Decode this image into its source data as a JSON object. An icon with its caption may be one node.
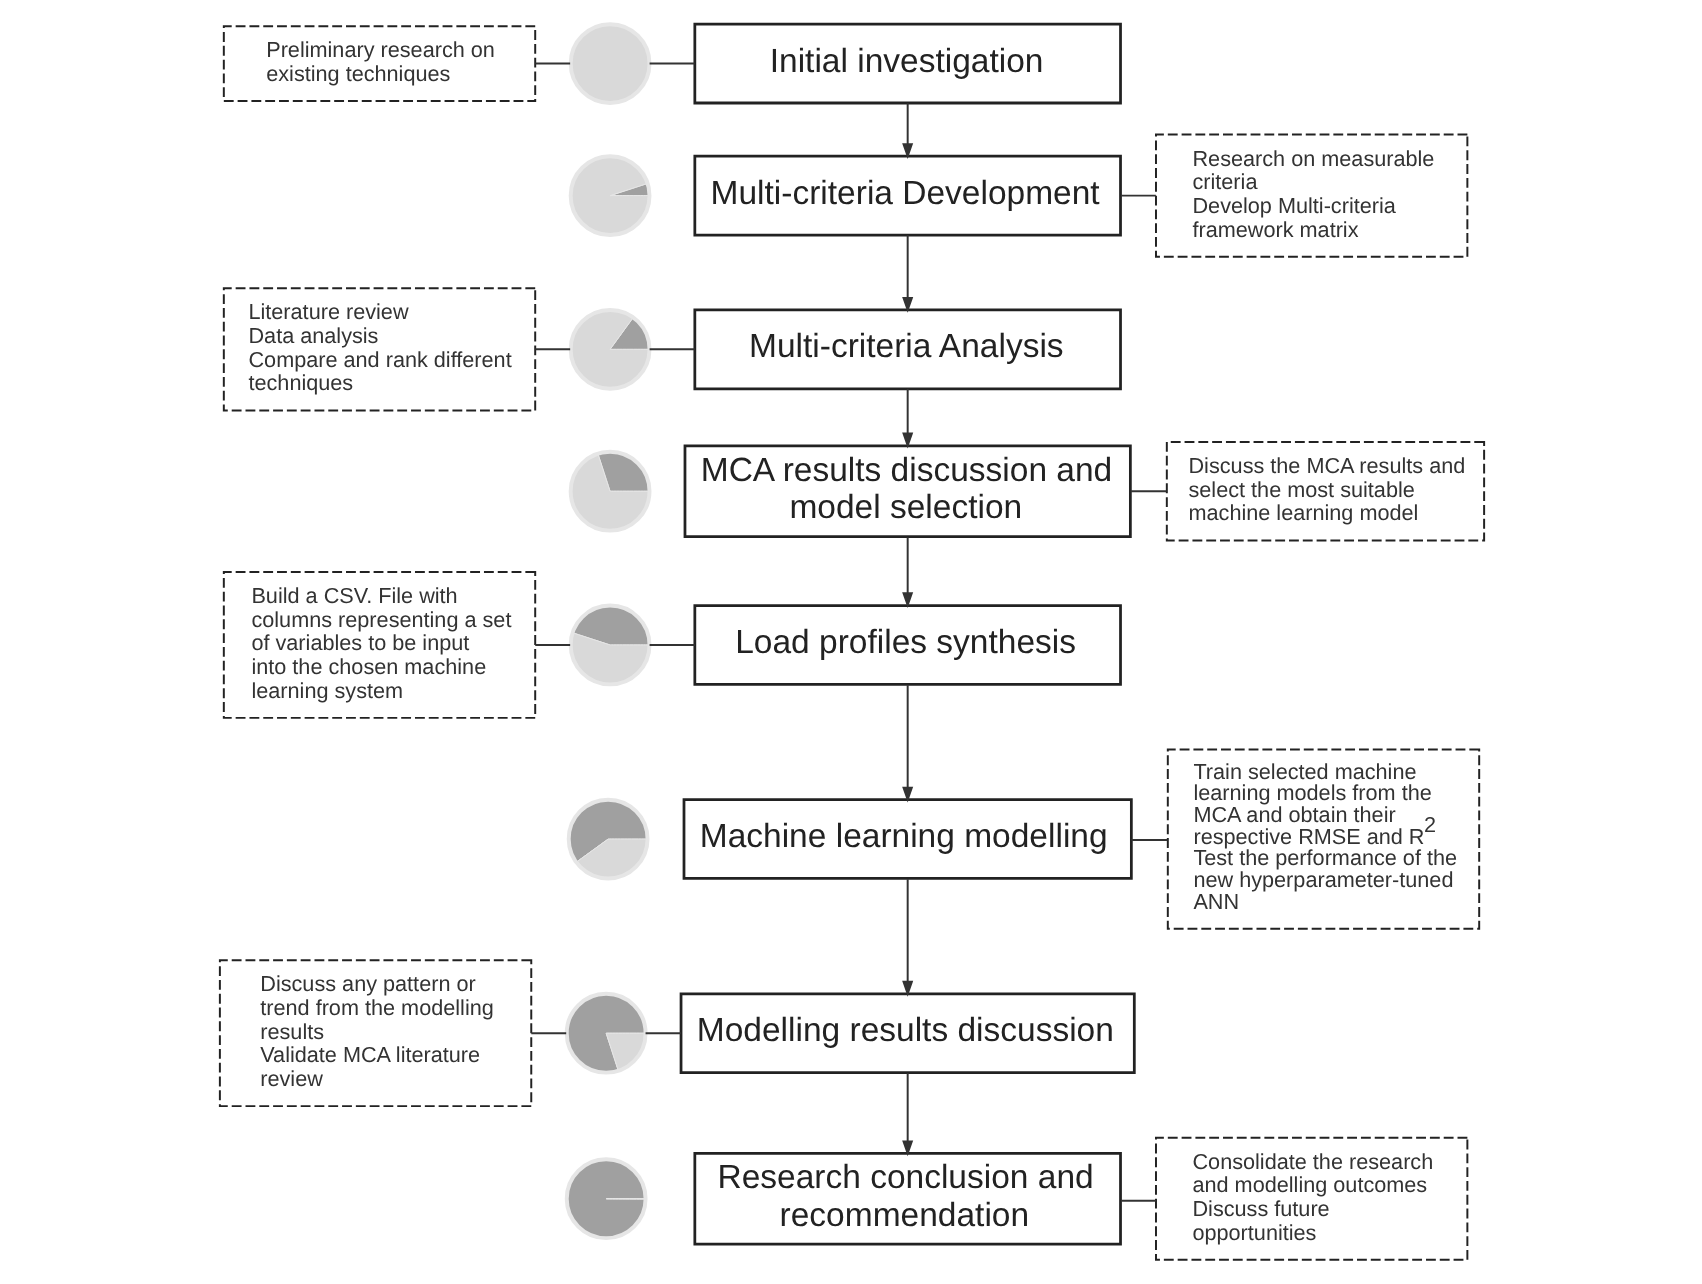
{
  "diagram": {
    "nodes": [
      {
        "text": [
          "Preliminary research on existing techniques"
        ]
      },
      {
        "text": [],
        "shape": "pie"
      },
      {
        "text": [
          "Initial investigation"
        ]
      },
      {
        "text": [],
        "shape": "pie"
      },
      {
        "text": [
          "Multi-criteria Development"
        ]
      },
      {
        "text": [
          "Research on measurable criteria",
          "Develop Multi-criteria framework matrix"
        ]
      },
      {
        "text": [
          "Literature review",
          "Data analysis",
          "Compare and rank different techniques"
        ]
      },
      {
        "text": [],
        "shape": "pie"
      },
      {
        "text": [
          "Multi-criteria Analysis"
        ]
      },
      {
        "text": [],
        "shape": "pie"
      },
      {
        "text": [
          "MCA results discussion and model selection"
        ]
      },
      {
        "text": [
          "Discuss the MCA results and select the most suitable machine learning model"
        ]
      },
      {
        "text": [
          "Build a CSV. File with columns representing a set of variables to be input into the chosen machine learning system"
        ]
      },
      {
        "text": [],
        "shape": "pie"
      },
      {
        "text": [
          "Load profiles synthesis"
        ]
      },
      {
        "text": [],
        "shape": "pie"
      },
      {
        "text": [
          "Machine learning modelling"
        ]
      },
      {
        "text": [
          "Train selected machine learning models from the MCA and obtain their respective RMSE and R$^{2}$",
          "Test the performance of the new hyperparameter-tuned ANN"
        ]
      },
      {
        "text": [
          "Discuss any pattern or trend from the modelling results",
          "Validate MCA literature review"
        ]
      },
      {
        "text": [],
        "shape": "pie"
      },
      {
        "text": [
          "Modelling results discussion"
        ]
      },
      {
        "text": [],
        "shape": "pie"
      },
      {
        "text": [
          "Research conclusion and recommendation"
        ]
      },
      {
        "text": [
          "Consolidate the research and modelling outcomes",
          "Discuss future opportunities"
        ]
      }
    ],
    "edges": [
      {
        "from": 2,
        "to": 4,
        "arrow": "to"
      },
      {
        "from": 4,
        "to": 8,
        "arrow": "to"
      },
      {
        "from": 8,
        "to": 10,
        "arrow": "to"
      },
      {
        "from": 10,
        "to": 14,
        "arrow": "to"
      },
      {
        "from": 14,
        "to": 16,
        "arrow": "to"
      },
      {
        "from": 16,
        "to": 20,
        "arrow": "to"
      },
      {
        "from": 20,
        "to": 22,
        "arrow": "to"
      },
      {
        "from": 0,
        "to": 1,
        "arrow": "none"
      },
      {
        "from": 1,
        "to": 2,
        "arrow": "none"
      },
      {
        "from": 4,
        "to": 5,
        "arrow": "none"
      },
      {
        "from": 6,
        "to": 7,
        "arrow": "none"
      },
      {
        "from": 7,
        "to": 8,
        "arrow": "none"
      },
      {
        "from": 10,
        "to": 11,
        "arrow": "none"
      },
      {
        "from": 12,
        "to": 13,
        "arrow": "none"
      },
      {
        "from": 13,
        "to": 14,
        "arrow": "none"
      },
      {
        "from": 16,
        "to": 17,
        "arrow": "none"
      },
      {
        "from": 18,
        "to": 19,
        "arrow": "none"
      },
      {
        "from": 19,
        "to": 20,
        "arrow": "none"
      },
      {
        "from": 22,
        "to": 23,
        "arrow": "none"
      }
    ]
  }
}
